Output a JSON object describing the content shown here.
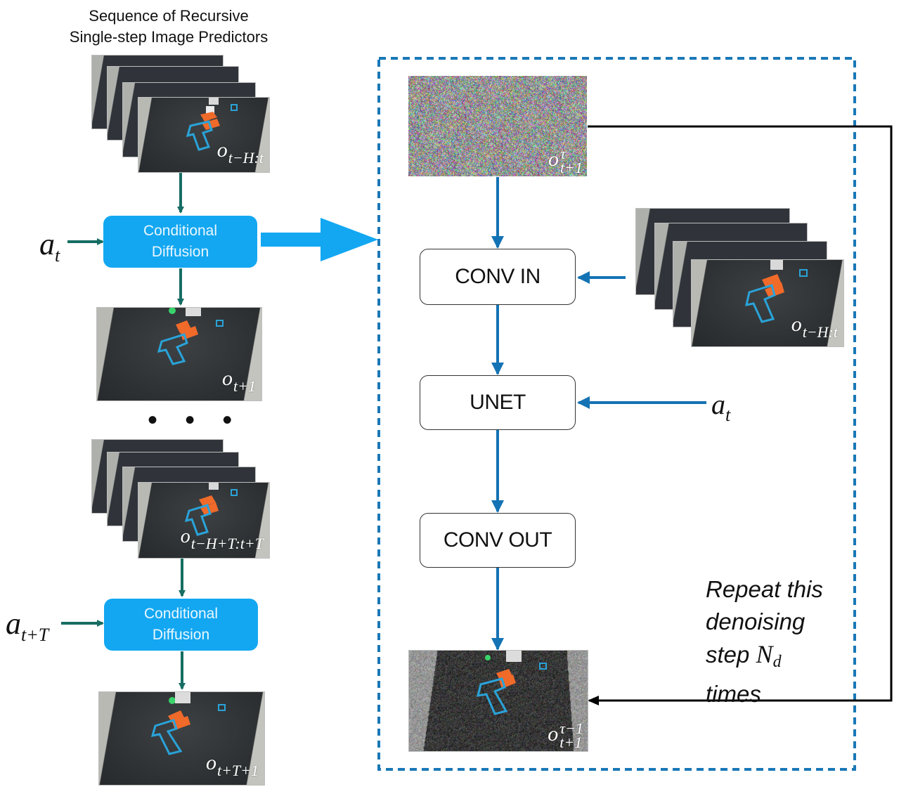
{
  "heading": {
    "line1": "Sequence of Recursive",
    "line2": "Single-step Image Predictors"
  },
  "left_column": {
    "stack1_label": {
      "base": "o",
      "sub": "t−H:t"
    },
    "action1": {
      "base": "a",
      "sub": "t"
    },
    "cond1": {
      "line1": "Conditional",
      "line2": "Diffusion"
    },
    "frame2_label": {
      "base": "o",
      "sub": "t+1"
    },
    "ellipsis": "• • •",
    "stack2_label": {
      "base": "o",
      "sub": "t−H+T:t+T"
    },
    "action2": {
      "base": "a",
      "sub": "t+T"
    },
    "cond2": {
      "line1": "Conditional",
      "line2": "Diffusion"
    },
    "frame3_label": {
      "base": "o",
      "sub": "t+T+1"
    }
  },
  "right_panel": {
    "noise_label": {
      "base": "o",
      "sup": "τ",
      "sub": "t+1"
    },
    "conv_in": "CONV IN",
    "unet": "UNET",
    "conv_out": "CONV OUT",
    "history_label": {
      "base": "o",
      "sub": "t−H:t"
    },
    "action_label": {
      "base": "a",
      "sub": "t"
    },
    "output_label": {
      "base": "o",
      "sup": "τ−1",
      "sub": "t+1"
    },
    "note": {
      "line1": "Repeat this",
      "line2": "denoising",
      "line3_prefix": "step",
      "nd_base": "N",
      "nd_sub": "d",
      "line4": "times"
    }
  },
  "colors": {
    "teal_arrow": "#166d63",
    "blue_arrow": "#1473b4",
    "big_arrow": "#13a7f1",
    "cond_fill": "#13a7f1",
    "dashed_border": "#1a78b7",
    "loop_line": "#000000"
  }
}
